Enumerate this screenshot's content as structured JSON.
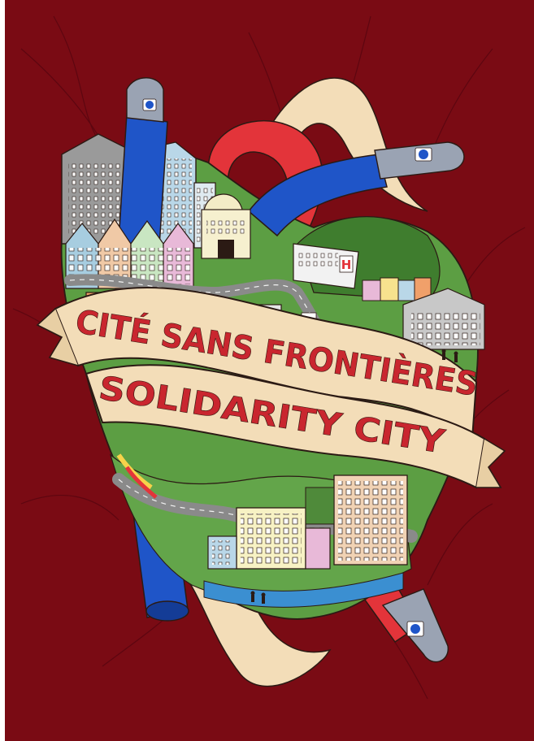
{
  "banner": {
    "line1": "CITÉ SANS FRONTIÈRES",
    "line2": "SOLIDARITY CITY"
  },
  "signs": {
    "hospital_left": "H",
    "hospital_right": "H"
  },
  "colors": {
    "background": "#7a0b14",
    "banner": "#f3ddb8",
    "banner_text": "#c9262f",
    "metro_red": "#e3343a",
    "metro_blue": "#1f55c8",
    "outline": "#2b1a14"
  },
  "icons": [
    "metro-logo-icon",
    "hospital-sign-icon"
  ]
}
